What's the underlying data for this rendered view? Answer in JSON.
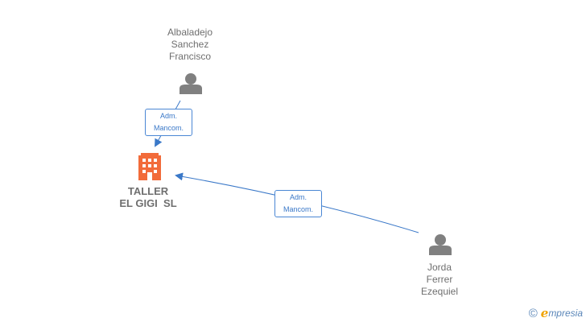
{
  "nodes": {
    "person_1": {
      "name_lines": [
        "Albaladejo",
        "Sanchez",
        "Francisco"
      ],
      "icon": "person-icon"
    },
    "person_2": {
      "name_lines": [
        "Jorda",
        "Ferrer",
        "Ezequiel"
      ],
      "icon": "person-icon"
    },
    "company": {
      "name_lines": [
        "TALLER",
        "EL GIGI  SL"
      ],
      "icon": "building-icon"
    }
  },
  "edges": [
    {
      "from": "person_1",
      "to": "company",
      "label_lines": [
        "Adm.",
        "Mancom."
      ]
    },
    {
      "from": "person_2",
      "to": "company",
      "label_lines": [
        "Adm.",
        "Mancom."
      ]
    }
  ],
  "colors": {
    "edge": "#3a78c8",
    "company_icon": "#f26b3a",
    "person_icon": "#808080",
    "label_text": "#6f6f6f"
  },
  "brand": {
    "copyright_symbol": "©",
    "logo_letter": "e",
    "logo_rest": "mpresia"
  }
}
